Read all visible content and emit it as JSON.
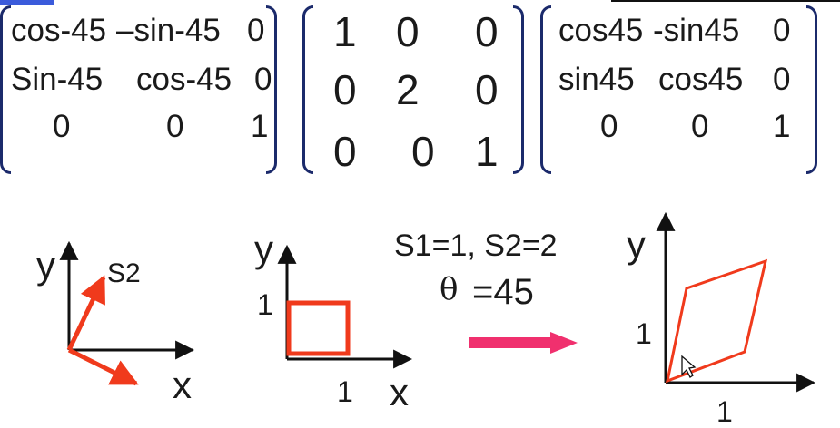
{
  "matrices": {
    "rotate_neg": [
      [
        "cos-45",
        "–sin-45",
        "0"
      ],
      [
        "Sin-45",
        "cos-45",
        "0"
      ],
      [
        "0",
        "0",
        "1"
      ]
    ],
    "scale": [
      [
        "1",
        "0",
        "0"
      ],
      [
        "0",
        "2",
        "0"
      ],
      [
        "0",
        "0",
        "1"
      ]
    ],
    "rotate_pos": [
      [
        "cos45",
        "-sin45",
        "0"
      ],
      [
        "sin45",
        "cos45",
        "0"
      ],
      [
        "0",
        "0",
        "1"
      ]
    ]
  },
  "diagram1": {
    "y_label": "y",
    "x_label": "x",
    "vector_label": "S2"
  },
  "diagram2": {
    "y_label": "y",
    "x_label": "x",
    "tick_y": "1",
    "tick_x": "1"
  },
  "transform": {
    "scale_text": "S1=1, S2=2",
    "theta_symbol": "θ",
    "theta_value": "=45"
  },
  "diagram3": {
    "y_label": "y",
    "tick_y": "1",
    "tick_x": "1"
  },
  "colors": {
    "shape": "#f03a1c",
    "arrow": "#f0306e",
    "bracket": "#1b2a6b",
    "axis": "#111111"
  },
  "icons": [
    "mouse-cursor-icon"
  ]
}
